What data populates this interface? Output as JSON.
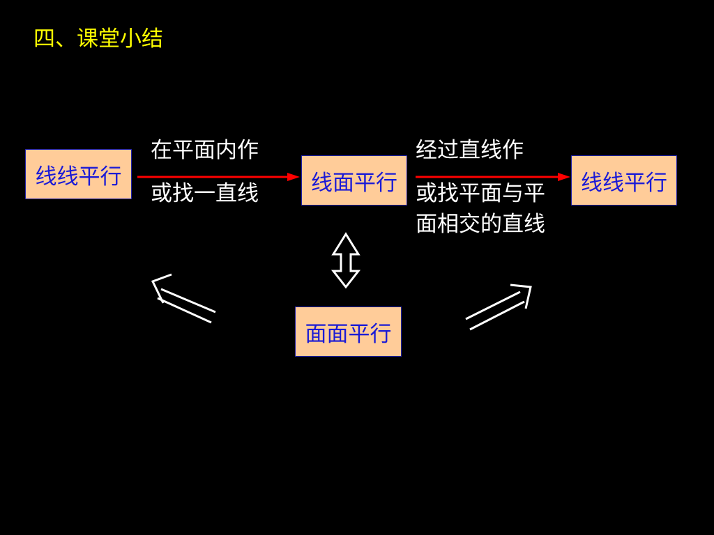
{
  "slide": {
    "title": "四、课堂小结"
  },
  "boxes": {
    "line_line_left": "线线平行",
    "line_plane": "线面平行",
    "line_line_right": "线线平行",
    "plane_plane": "面面平行"
  },
  "labels": {
    "arrow1_top": "在平面内作",
    "arrow1_bottom": "或找一直线",
    "arrow2_top": "经过直线作",
    "arrow2_bottom_line1": "或找平面与平",
    "arrow2_bottom_line2": "面相交的直线"
  },
  "colors": {
    "background": "#000000",
    "title": "#ffff00",
    "box_fill": "#ffcc99",
    "box_border": "#2222aa",
    "box_text": "#1a1ad6",
    "label_text": "#ffffff",
    "arrow_red": "#ff0000",
    "arrow_white": "#ffffff"
  }
}
